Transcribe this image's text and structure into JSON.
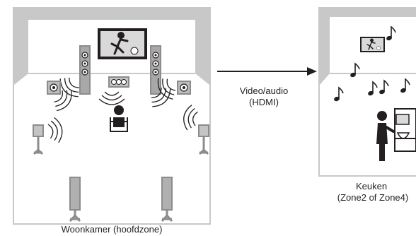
{
  "main_room": {
    "label": "Woonkamer (hoofdzone)"
  },
  "connection": {
    "line1": "Video/audio",
    "line2": "(HDMI)"
  },
  "second_room": {
    "line1": "Keuken",
    "line2": "(Zone2 of Zone4)"
  },
  "colors": {
    "wall": "#c8c8c8",
    "floor": "#ffffff",
    "ink": "#231f20",
    "speaker_gray": "#7a7a7a"
  }
}
